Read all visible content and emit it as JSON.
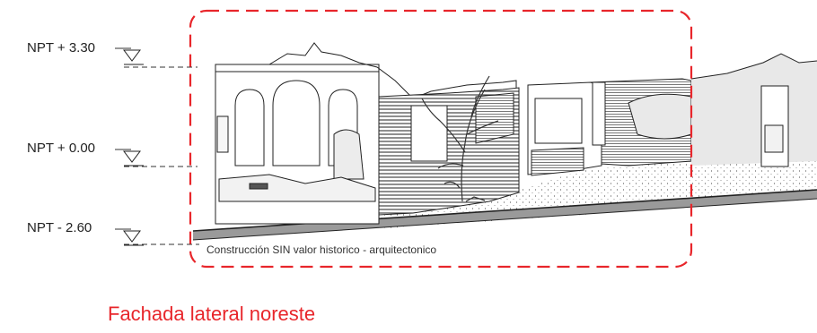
{
  "levels": [
    {
      "label": "NPT + 3.30"
    },
    {
      "label": "NPT + 0.00"
    },
    {
      "label": "NPT - 2.60"
    }
  ],
  "boundary_note": "Construcción SIN valor historico - arquitectonico",
  "caption": "Fachada lateral noreste",
  "colors": {
    "accent_red": "#e8262b",
    "line": "#222222",
    "hatch": "#333333"
  }
}
